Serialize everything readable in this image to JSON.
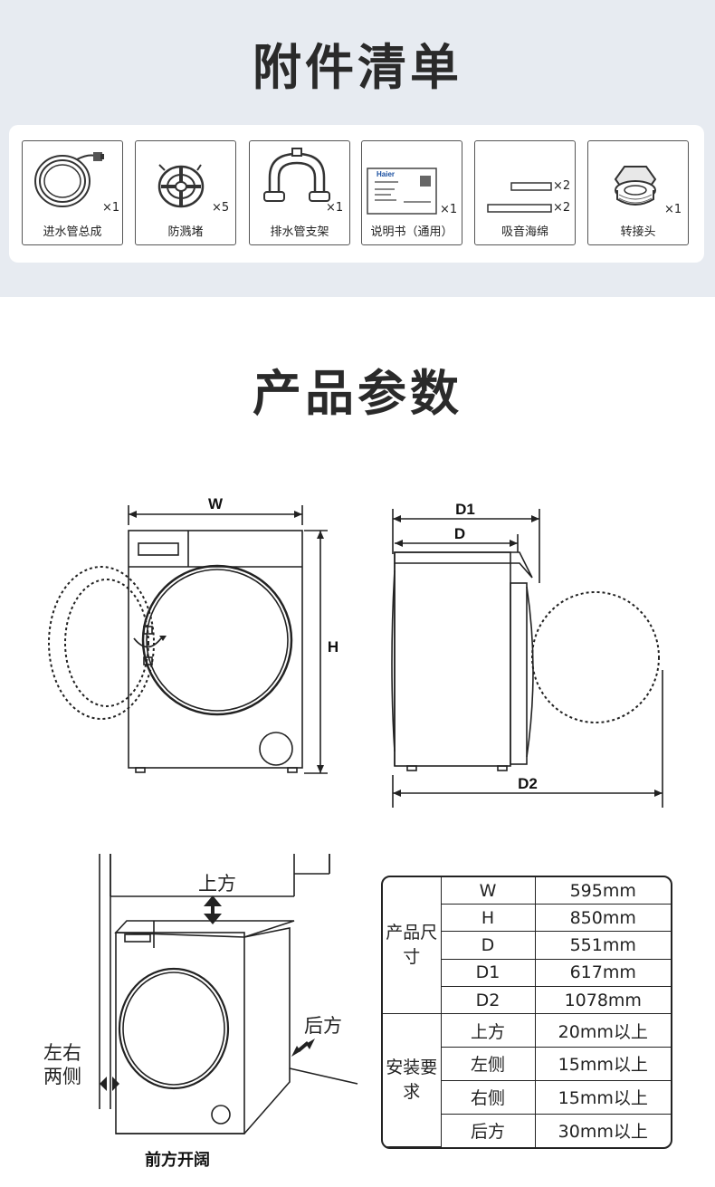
{
  "accessories": {
    "title": "附件清单",
    "items": [
      {
        "label": "进水管总成",
        "qty": "×1",
        "icon": "inlet-hose-icon"
      },
      {
        "label": "防溅堵",
        "qty": "×5",
        "icon": "splash-plug-icon"
      },
      {
        "label": "排水管支架",
        "qty": "×1",
        "icon": "drain-hose-bracket-icon"
      },
      {
        "label": "说明书（通用）",
        "qty": "×1",
        "icon": "manual-icon",
        "brand": "Haier"
      },
      {
        "label": "吸音海绵",
        "qty1": "×2",
        "qty2": "×2",
        "icon": "sound-sponge-icon"
      },
      {
        "label": "转接头",
        "qty": "×1",
        "icon": "adapter-icon"
      }
    ]
  },
  "specs": {
    "title": "产品参数",
    "diagram_labels": {
      "w": "W",
      "h": "H",
      "d1": "D1",
      "d": "D",
      "d2": "D2"
    },
    "install_labels": {
      "top": "上方",
      "back": "后方",
      "sides_line1": "左右",
      "sides_line2": "两侧",
      "front": "前方开阔"
    },
    "table": {
      "group1": "产品尺寸",
      "group2": "安装要求",
      "size_rows": [
        {
          "name": "W",
          "value": "595mm"
        },
        {
          "name": "H",
          "value": "850mm"
        },
        {
          "name": "D",
          "value": "551mm"
        },
        {
          "name": "D1",
          "value": "617mm"
        },
        {
          "name": "D2",
          "value": "1078mm"
        }
      ],
      "install_rows": [
        {
          "name": "上方",
          "value": "20mm以上"
        },
        {
          "name": "左侧",
          "value": "15mm以上"
        },
        {
          "name": "右侧",
          "value": "15mm以上"
        },
        {
          "name": "后方",
          "value": "30mm以上"
        }
      ]
    }
  },
  "colors": {
    "band": "#e7ebf1",
    "line": "#222222"
  }
}
